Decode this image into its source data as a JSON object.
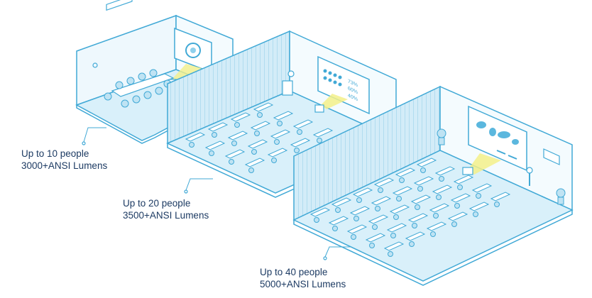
{
  "rooms": [
    {
      "capacity": "Up to 10 people",
      "lumens": "3000+ANSI Lumens"
    },
    {
      "capacity": "Up to 20 people",
      "lumens": "3500+ANSI Lumens"
    },
    {
      "capacity": "Up to 40 people",
      "lumens": "5000+ANSI Lumens"
    }
  ],
  "screen_stats": [
    "73%",
    "60%",
    "40%"
  ],
  "colors": {
    "line": "#41a9d6",
    "floor": "#d9f0fa",
    "wall": "#eef8fd",
    "projector_beam": "#f3f08a",
    "text": "#1d3b63"
  }
}
